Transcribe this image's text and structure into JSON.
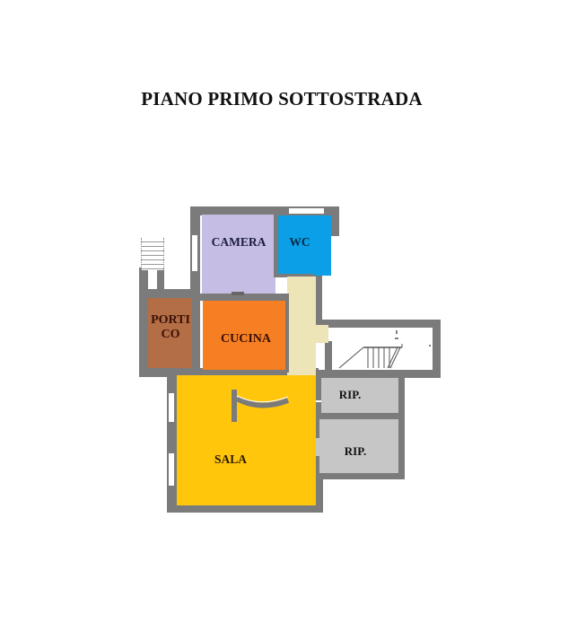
{
  "title": "PIANO PRIMO SOTTOSTRADA",
  "colors": {
    "wall": "#7b7b7b",
    "camera": "#c5bde3",
    "wc": "#0a9fe6",
    "portico": "#b46e45",
    "cucina": "#f57f22",
    "corridoio": "#ede4b8",
    "sala": "#ffc60b",
    "ripostiglio": "#c6c6c6",
    "background": "#ffffff"
  },
  "rooms": {
    "camera": {
      "label": "CAMERA",
      "label_color": "#1c1c40"
    },
    "wc": {
      "label": "WC",
      "label_color": "#0c2a48"
    },
    "portico": {
      "label_line1": "PORTI",
      "label_line2": "CO",
      "label_color": "#3a1008"
    },
    "cucina": {
      "label": "CUCINA",
      "label_color": "#3a1008"
    },
    "sala": {
      "label": "SALA",
      "label_color": "#2a1a00"
    },
    "rip1": {
      "label": "RIP.",
      "label_color": "#111111"
    },
    "rip2": {
      "label": "RIP.",
      "label_color": "#111111"
    }
  }
}
